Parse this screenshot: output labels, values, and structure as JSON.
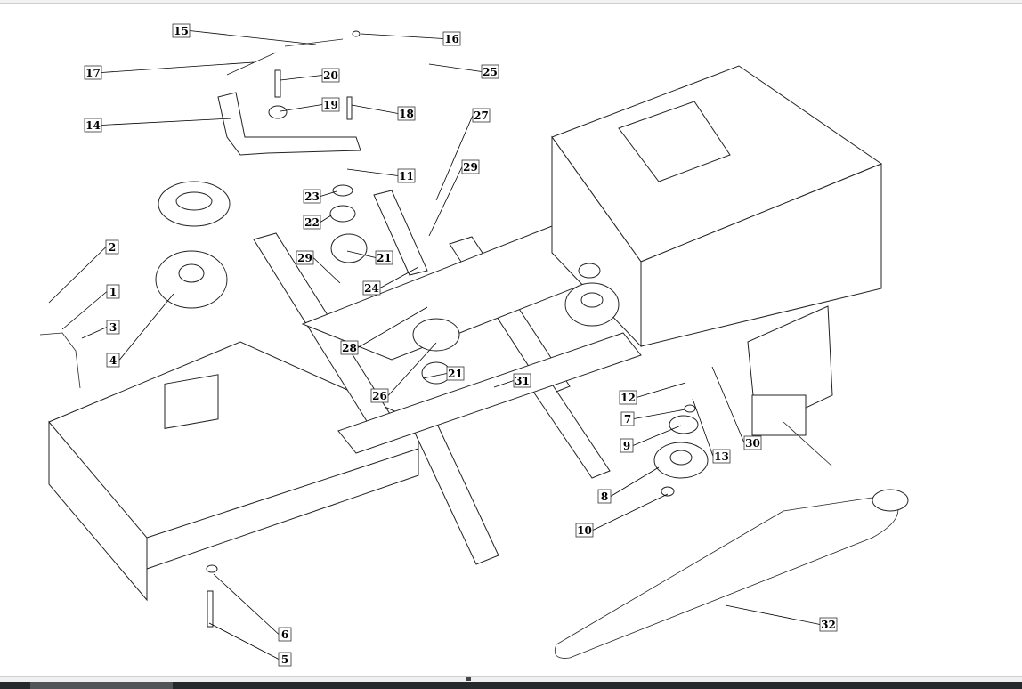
{
  "diagram": {
    "callouts": [
      "15",
      "16",
      "17",
      "20",
      "25",
      "19",
      "18",
      "14",
      "27",
      "29",
      "11",
      "23",
      "22",
      "2",
      "29",
      "21",
      "24",
      "1",
      "3",
      "28",
      "4",
      "26",
      "21",
      "31",
      "12",
      "7",
      "13",
      "30",
      "9",
      "8",
      "10",
      "32",
      "6",
      "5"
    ]
  }
}
